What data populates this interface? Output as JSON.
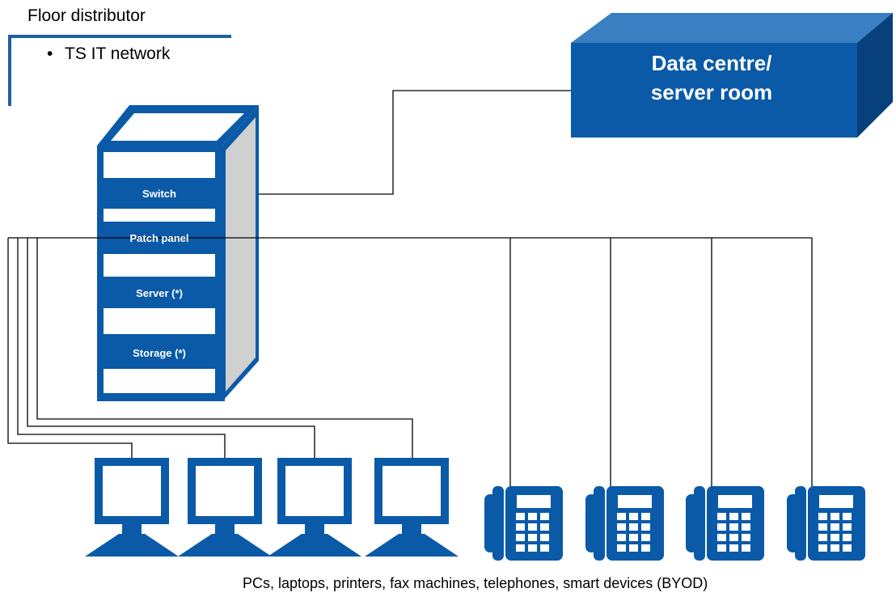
{
  "title": "Floor distributor",
  "bullet": "TS IT network",
  "data_centre": {
    "line1": "Data centre/",
    "line2": "server room"
  },
  "rack": {
    "switch": "Switch",
    "patch_panel": "Patch panel",
    "server": "Server (*)",
    "storage": "Storage (*)"
  },
  "caption": "PCs, laptops, printers, fax machines, telephones, smart devices (BYOD)",
  "colors": {
    "primary_blue": "#0a5aa8",
    "dark_blue": "#07407a",
    "light_blue": "#3a7fc1",
    "rack_side": "#d0d0d0",
    "line": "#000000"
  },
  "icons": {
    "computer": "computer-monitor-icon",
    "telephone": "desk-phone-icon",
    "rack": "server-rack-icon",
    "datacentre": "datacentre-box-icon"
  }
}
